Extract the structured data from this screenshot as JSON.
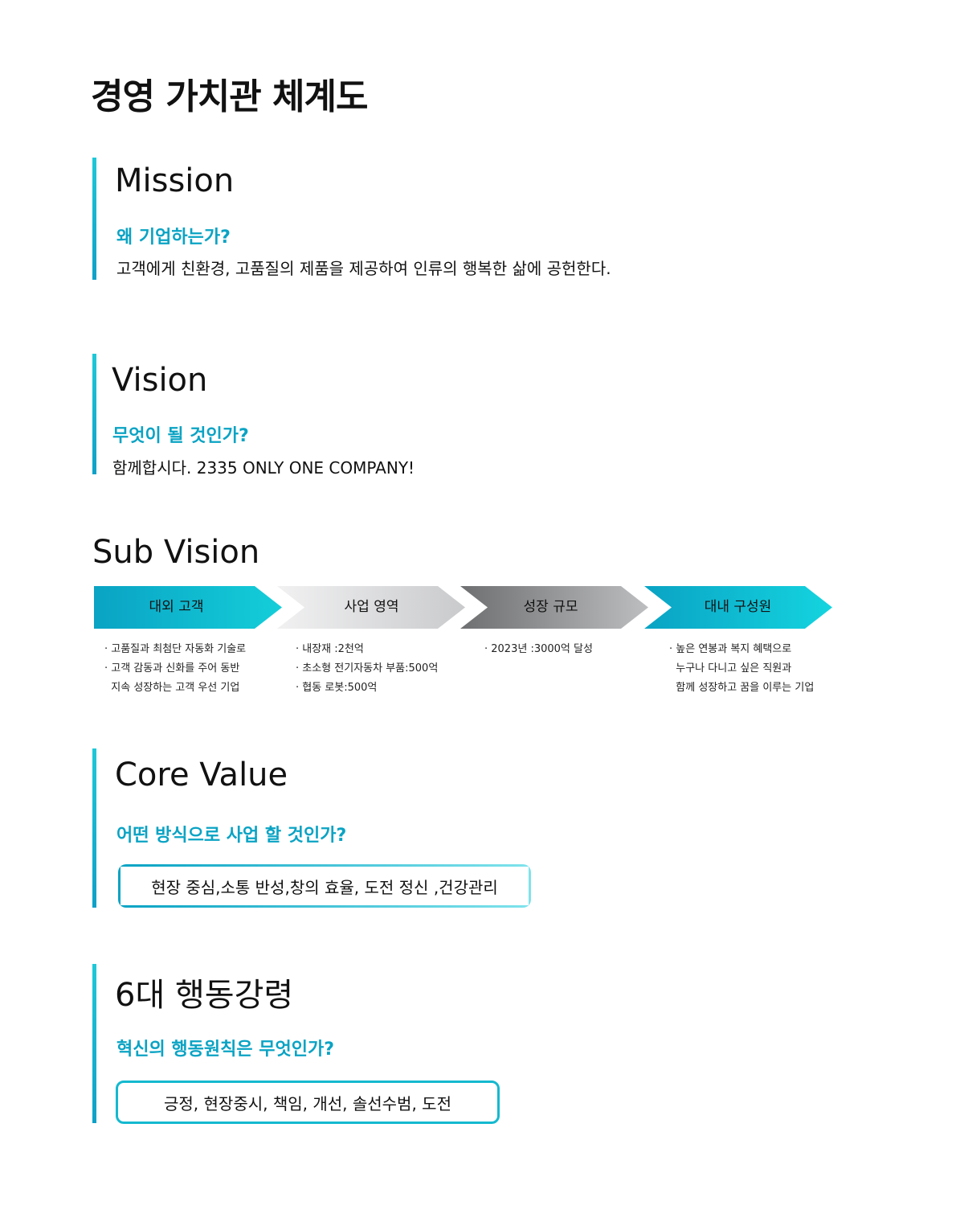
{
  "page_title": "경영 가치관 체계도",
  "mission": {
    "title": "Mission",
    "question": "왜 기업하는가?",
    "text": "고객에게 친환경, 고품질의 제품을 제공하여 인류의 행복한 삶에 공헌한다."
  },
  "vision": {
    "title": "Vision",
    "question": "무엇이 될 것인가?",
    "text": "함께합시다. 2335 ONLY ONE COMPANY!"
  },
  "sub_vision": {
    "title": "Sub Vision",
    "steps": [
      {
        "label": "대외 고객",
        "lines": [
          "· 고품질과 최첨단 자동화 기술로",
          "· 고객 감동과 신화를 주어 동반",
          "  지속 성장하는 고객 우선 기업"
        ]
      },
      {
        "label": "사업 영역",
        "lines": [
          "· 내장재 :2천억",
          "· 초소형 전기자동차 부품:500억",
          "· 협동 로봇:500억"
        ]
      },
      {
        "label": "성장 규모",
        "lines": [
          "· 2023년 :3000억 달성"
        ]
      },
      {
        "label": "대내 구성원",
        "lines": [
          "· 높은 연봉과 복지 혜택으로",
          "  누구나 다니고 싶은 직원과",
          "  함께 성장하고 꿈을 이루는 기업"
        ]
      }
    ]
  },
  "core_value": {
    "title": "Core Value",
    "question": "어떤 방식으로 사업 할 것인가?",
    "values": "현장 중심,소통 반성,창의 효율, 도전 정신 ,건강관리"
  },
  "action_guidelines": {
    "title": "6대 행동강령",
    "question": "혁신의 행동원칙은 무엇인가?",
    "values": "긍정, 현장중시, 책임, 개선, 솔선수범, 도전"
  },
  "colors": {
    "accent": "#0aa3c4",
    "accent_light": "#1ec8d8"
  }
}
